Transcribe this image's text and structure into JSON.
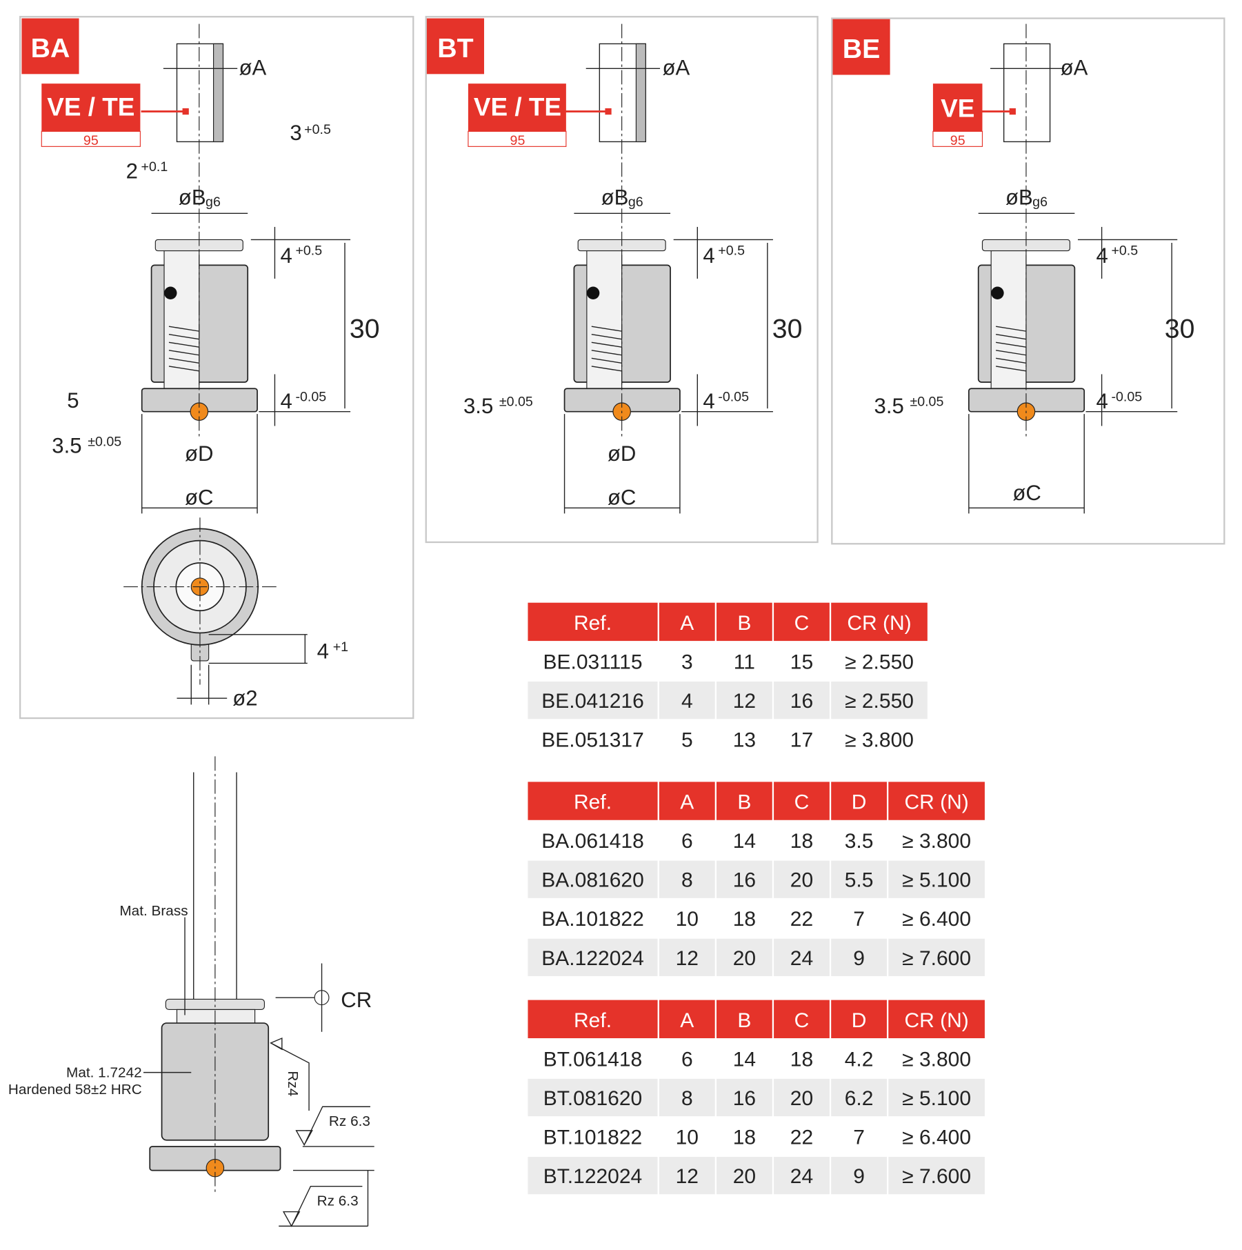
{
  "colors": {
    "accent": "#e5332a",
    "ball": "#f08a1c",
    "steel": "#cfcfcf",
    "row_alt": "#ebebeb"
  },
  "panels": [
    {
      "code": "BA",
      "badge": "VE / TE",
      "badge_num": "95",
      "dims": {
        "a": "øA",
        "slot": "3",
        "slot_tol": "+0.5",
        "width": "2",
        "width_tol": "+0.1",
        "b": "øB",
        "b_tol": "g6",
        "top": "4",
        "top_tol": "+0.5",
        "height": "30",
        "base": "4",
        "base_tol": "-0.05",
        "five": "5",
        "ball": "3.5",
        "ball_tol": "±0.05",
        "d": "øD",
        "c": "øC",
        "pin": "4",
        "pin_tol": "+1",
        "pin_d": "ø2"
      }
    },
    {
      "code": "BT",
      "badge": "VE / TE",
      "badge_num": "95",
      "dims": {
        "a": "øA",
        "b": "øB",
        "b_tol": "g6",
        "top": "4",
        "top_tol": "+0.5",
        "height": "30",
        "base": "4",
        "base_tol": "-0.05",
        "ball": "3.5",
        "ball_tol": "±0.05",
        "d": "øD",
        "c": "øC"
      }
    },
    {
      "code": "BE",
      "badge": "VE",
      "badge_num": "95",
      "dims": {
        "a": "øA",
        "b": "øB",
        "b_tol": "g6",
        "top": "4",
        "top_tol": "+0.5",
        "height": "30",
        "base": "4",
        "base_tol": "-0.05",
        "ball": "3.5",
        "ball_tol": "±0.05",
        "c": "øC"
      }
    }
  ],
  "assembly": {
    "mat_brass": "Mat. Brass",
    "mat_steel": "Mat. 1.7242",
    "hardened": "Hardened 58±2 HRC",
    "cr": "CR",
    "rz4": "Rz4",
    "rz63a": "Rz 6.3",
    "rz63b": "Rz 6.3"
  },
  "tables": [
    {
      "headers": [
        "Ref.",
        "A",
        "B",
        "C",
        "CR (N)"
      ],
      "rows": [
        [
          "BE.031115",
          "3",
          "11",
          "15",
          "≥ 2.550"
        ],
        [
          "BE.041216",
          "4",
          "12",
          "16",
          "≥ 2.550"
        ],
        [
          "BE.051317",
          "5",
          "13",
          "17",
          "≥ 3.800"
        ]
      ]
    },
    {
      "headers": [
        "Ref.",
        "A",
        "B",
        "C",
        "D",
        "CR (N)"
      ],
      "rows": [
        [
          "BA.061418",
          "6",
          "14",
          "18",
          "3.5",
          "≥ 3.800"
        ],
        [
          "BA.081620",
          "8",
          "16",
          "20",
          "5.5",
          "≥ 5.100"
        ],
        [
          "BA.101822",
          "10",
          "18",
          "22",
          "7",
          "≥ 6.400"
        ],
        [
          "BA.122024",
          "12",
          "20",
          "24",
          "9",
          "≥ 7.600"
        ]
      ]
    },
    {
      "headers": [
        "Ref.",
        "A",
        "B",
        "C",
        "D",
        "CR (N)"
      ],
      "rows": [
        [
          "BT.061418",
          "6",
          "14",
          "18",
          "4.2",
          "≥ 3.800"
        ],
        [
          "BT.081620",
          "8",
          "16",
          "20",
          "6.2",
          "≥ 5.100"
        ],
        [
          "BT.101822",
          "10",
          "18",
          "22",
          "7",
          "≥ 6.400"
        ],
        [
          "BT.122024",
          "12",
          "20",
          "24",
          "9",
          "≥ 7.600"
        ]
      ]
    }
  ]
}
